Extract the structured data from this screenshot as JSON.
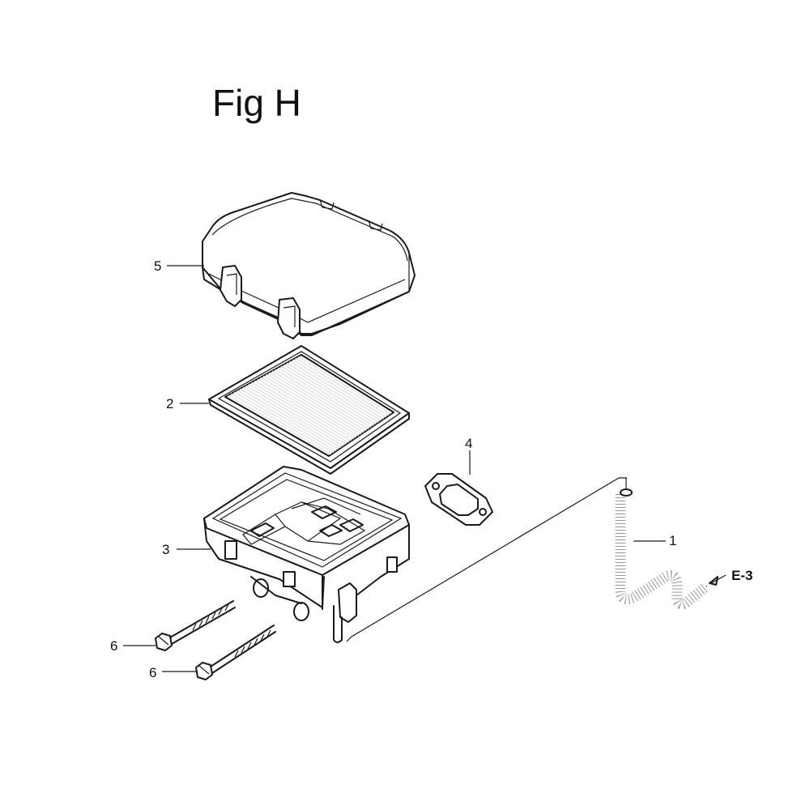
{
  "figure": {
    "title": "Fig H"
  },
  "callouts": {
    "hose": "1",
    "filter_element": "2",
    "case": "3",
    "gasket": "4",
    "cover": "5",
    "bolt_upper": "6",
    "bolt_lower": "6",
    "reference": "E-3"
  }
}
